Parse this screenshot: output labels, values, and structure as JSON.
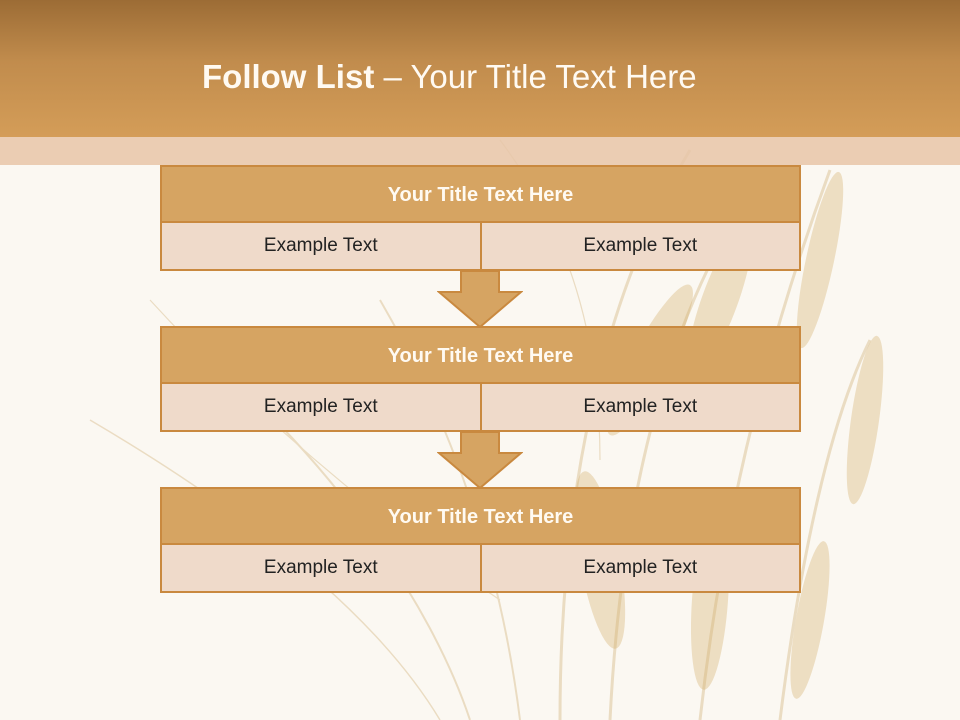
{
  "header": {
    "title_bold": "Follow List",
    "title_rest": "Your Title Text Here",
    "separator": "–"
  },
  "blocks": [
    {
      "title": "Your Title Text Here",
      "cells": [
        "Example Text",
        "Example Text"
      ]
    },
    {
      "title": "Your Title Text Here",
      "cells": [
        "Example Text",
        "Example Text"
      ]
    },
    {
      "title": "Your Title Text Here",
      "cells": [
        "Example Text",
        "Example Text"
      ]
    }
  ],
  "colors": {
    "header": "#c18c4d",
    "block_title": "#d6a462",
    "cell": "#efdaca",
    "border": "#c9893f",
    "band": "#e8c6a8"
  }
}
